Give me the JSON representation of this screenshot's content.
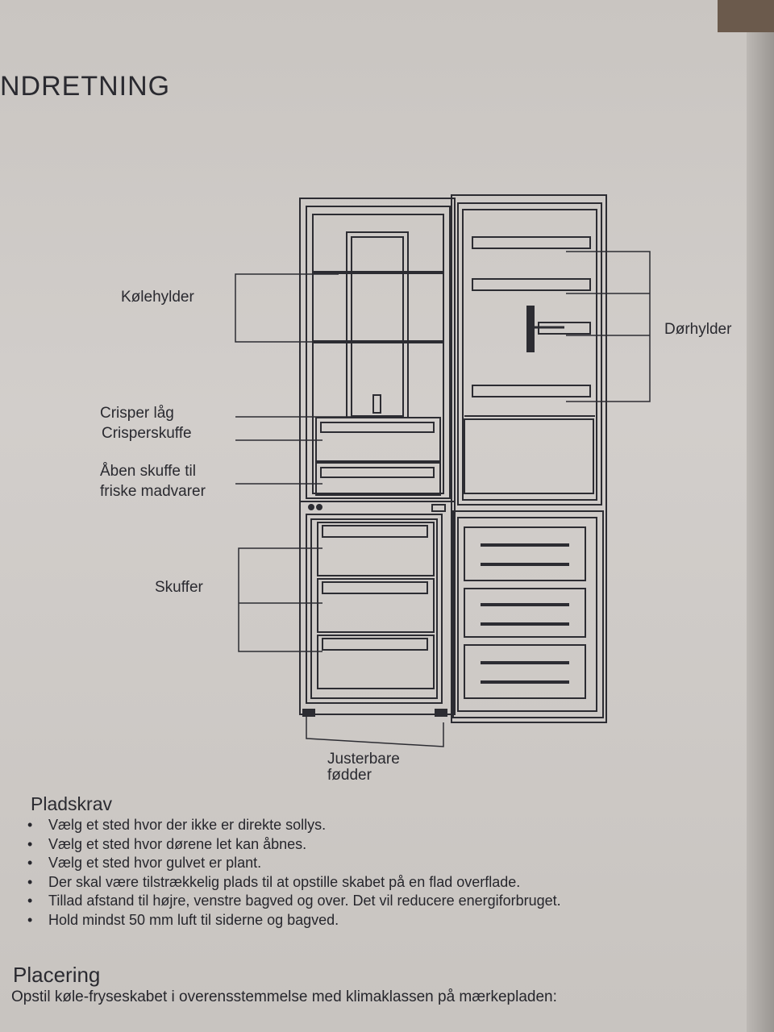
{
  "page": {
    "heading": "NDRETNING"
  },
  "diagram": {
    "labels": {
      "kolehylder": "Kølehylder",
      "dorhylder": "Dørhylder",
      "crisper_lag": "Crisper låg",
      "crisperskuffe": "Crisperskuffe",
      "aben_skuffe_line1": "Åben skuffe til",
      "aben_skuffe_line2": "friske madvarer",
      "skuffer": "Skuffer",
      "justerbare": "Justerbare",
      "fodder": "fødder"
    }
  },
  "pladskrav": {
    "title": "Pladskrav",
    "items": [
      "Vælg et sted hvor der ikke er direkte sollys.",
      "Vælg et sted hvor dørene let kan åbnes.",
      "Vælg et sted hvor gulvet er plant.",
      "Der skal være tilstrækkelig plads til at opstille skabet på en flad overflade.",
      "Tillad afstand til højre, venstre bagved og over. Det vil reducere energiforbruget.",
      "Hold mindst 50 mm luft til siderne og bagved."
    ]
  },
  "placering": {
    "title": "Placering",
    "text": "Opstil køle-fryseskabet i overensstemmelse med klimaklassen på mærkepladen:"
  }
}
